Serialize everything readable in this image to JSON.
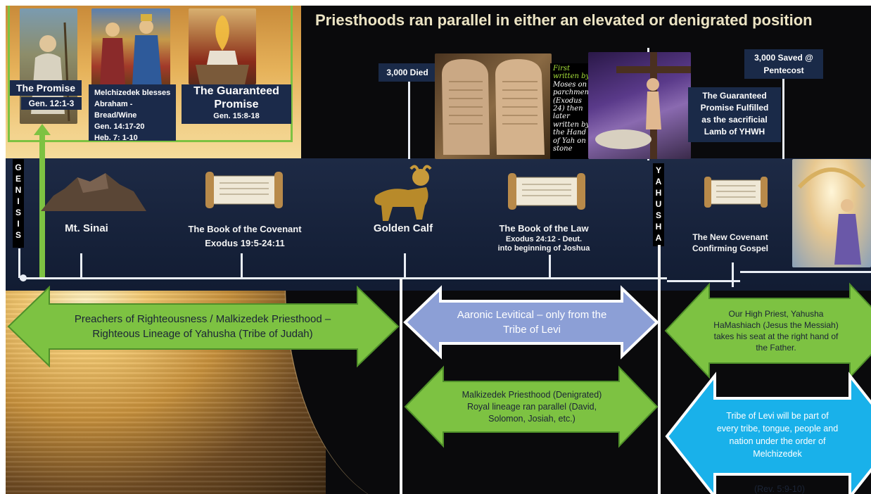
{
  "title": "Priesthoods ran parallel in either an elevated or denigrated position",
  "vertical_labels": {
    "genisis": [
      "G",
      "E",
      "N",
      "I",
      "S",
      "I",
      "S"
    ],
    "yahusha": [
      "Y",
      "A",
      "H",
      "U",
      "S",
      "H",
      "A"
    ]
  },
  "top_cards": {
    "promise": {
      "title": "The Promise",
      "ref": "Gen. 12:1-3"
    },
    "melchizedek": {
      "line1": "Melchizedek blesses",
      "line2": "Abraham - Bread/Wine",
      "line3": "Gen. 14:17-20",
      "line4": "Heb.   7: 1-10"
    },
    "guaranteed": {
      "title1": "The Guaranteed",
      "title2": "Promise",
      "ref": "Gen. 15:8-18"
    }
  },
  "callouts": {
    "died": "3,000 Died",
    "saved1": "3,000 Saved @",
    "saved2": "Pentecost",
    "written": [
      "First",
      "written by",
      "Moses on",
      "parchment",
      "(Exodus",
      "24) then",
      "later",
      "written by",
      "the Hand",
      "of Yah on",
      "stone"
    ],
    "fulfilled": [
      "The Guaranteed",
      "Promise Fulfilled",
      "as the sacrificial",
      "Lamb of YHWH"
    ]
  },
  "timeline": {
    "sinai": "Mt. Sinai",
    "covenant": "The Book of the Covenant",
    "covenant_ref": "Exodus 19:5-24:11",
    "calf": "Golden Calf",
    "law": "The Book of the Law",
    "law_ref1": "Exodus 24:12 - Deut.",
    "law_ref2": "into beginning of Joshua",
    "new_cov1": "The New Covenant",
    "new_cov2": "Confirming Gospel"
  },
  "arrows": {
    "righteousness": [
      "Preachers of Righteousness / Malkizedek Priesthood –",
      "Righteous Lineage of Yahusha (Tribe of Judah)"
    ],
    "aaronic": [
      "Aaronic Levitical – only from the",
      "Tribe of Levi"
    ],
    "high_priest": [
      "Our High Priest, Yahusha",
      "HaMashiach (Jesus the Messiah)",
      "takes his seat at the right hand of",
      "the Father."
    ],
    "denigrated": [
      "Malkizedek Priesthood (Denigrated)",
      "Royal lineage ran parallel (David,",
      "Solomon, Josiah, etc.)"
    ],
    "levi": [
      "Tribe of Levi will be part of",
      "every tribe, tongue, people and",
      "nation under the order of",
      "Melchizedek"
    ],
    "rev": "(Rev. 5:9-10)"
  },
  "colors": {
    "green": "#7dc242",
    "green_dark": "#4f8f2a",
    "lavender": "#8c9fd6",
    "blue": "#19b1ea",
    "band": "#16233f"
  }
}
